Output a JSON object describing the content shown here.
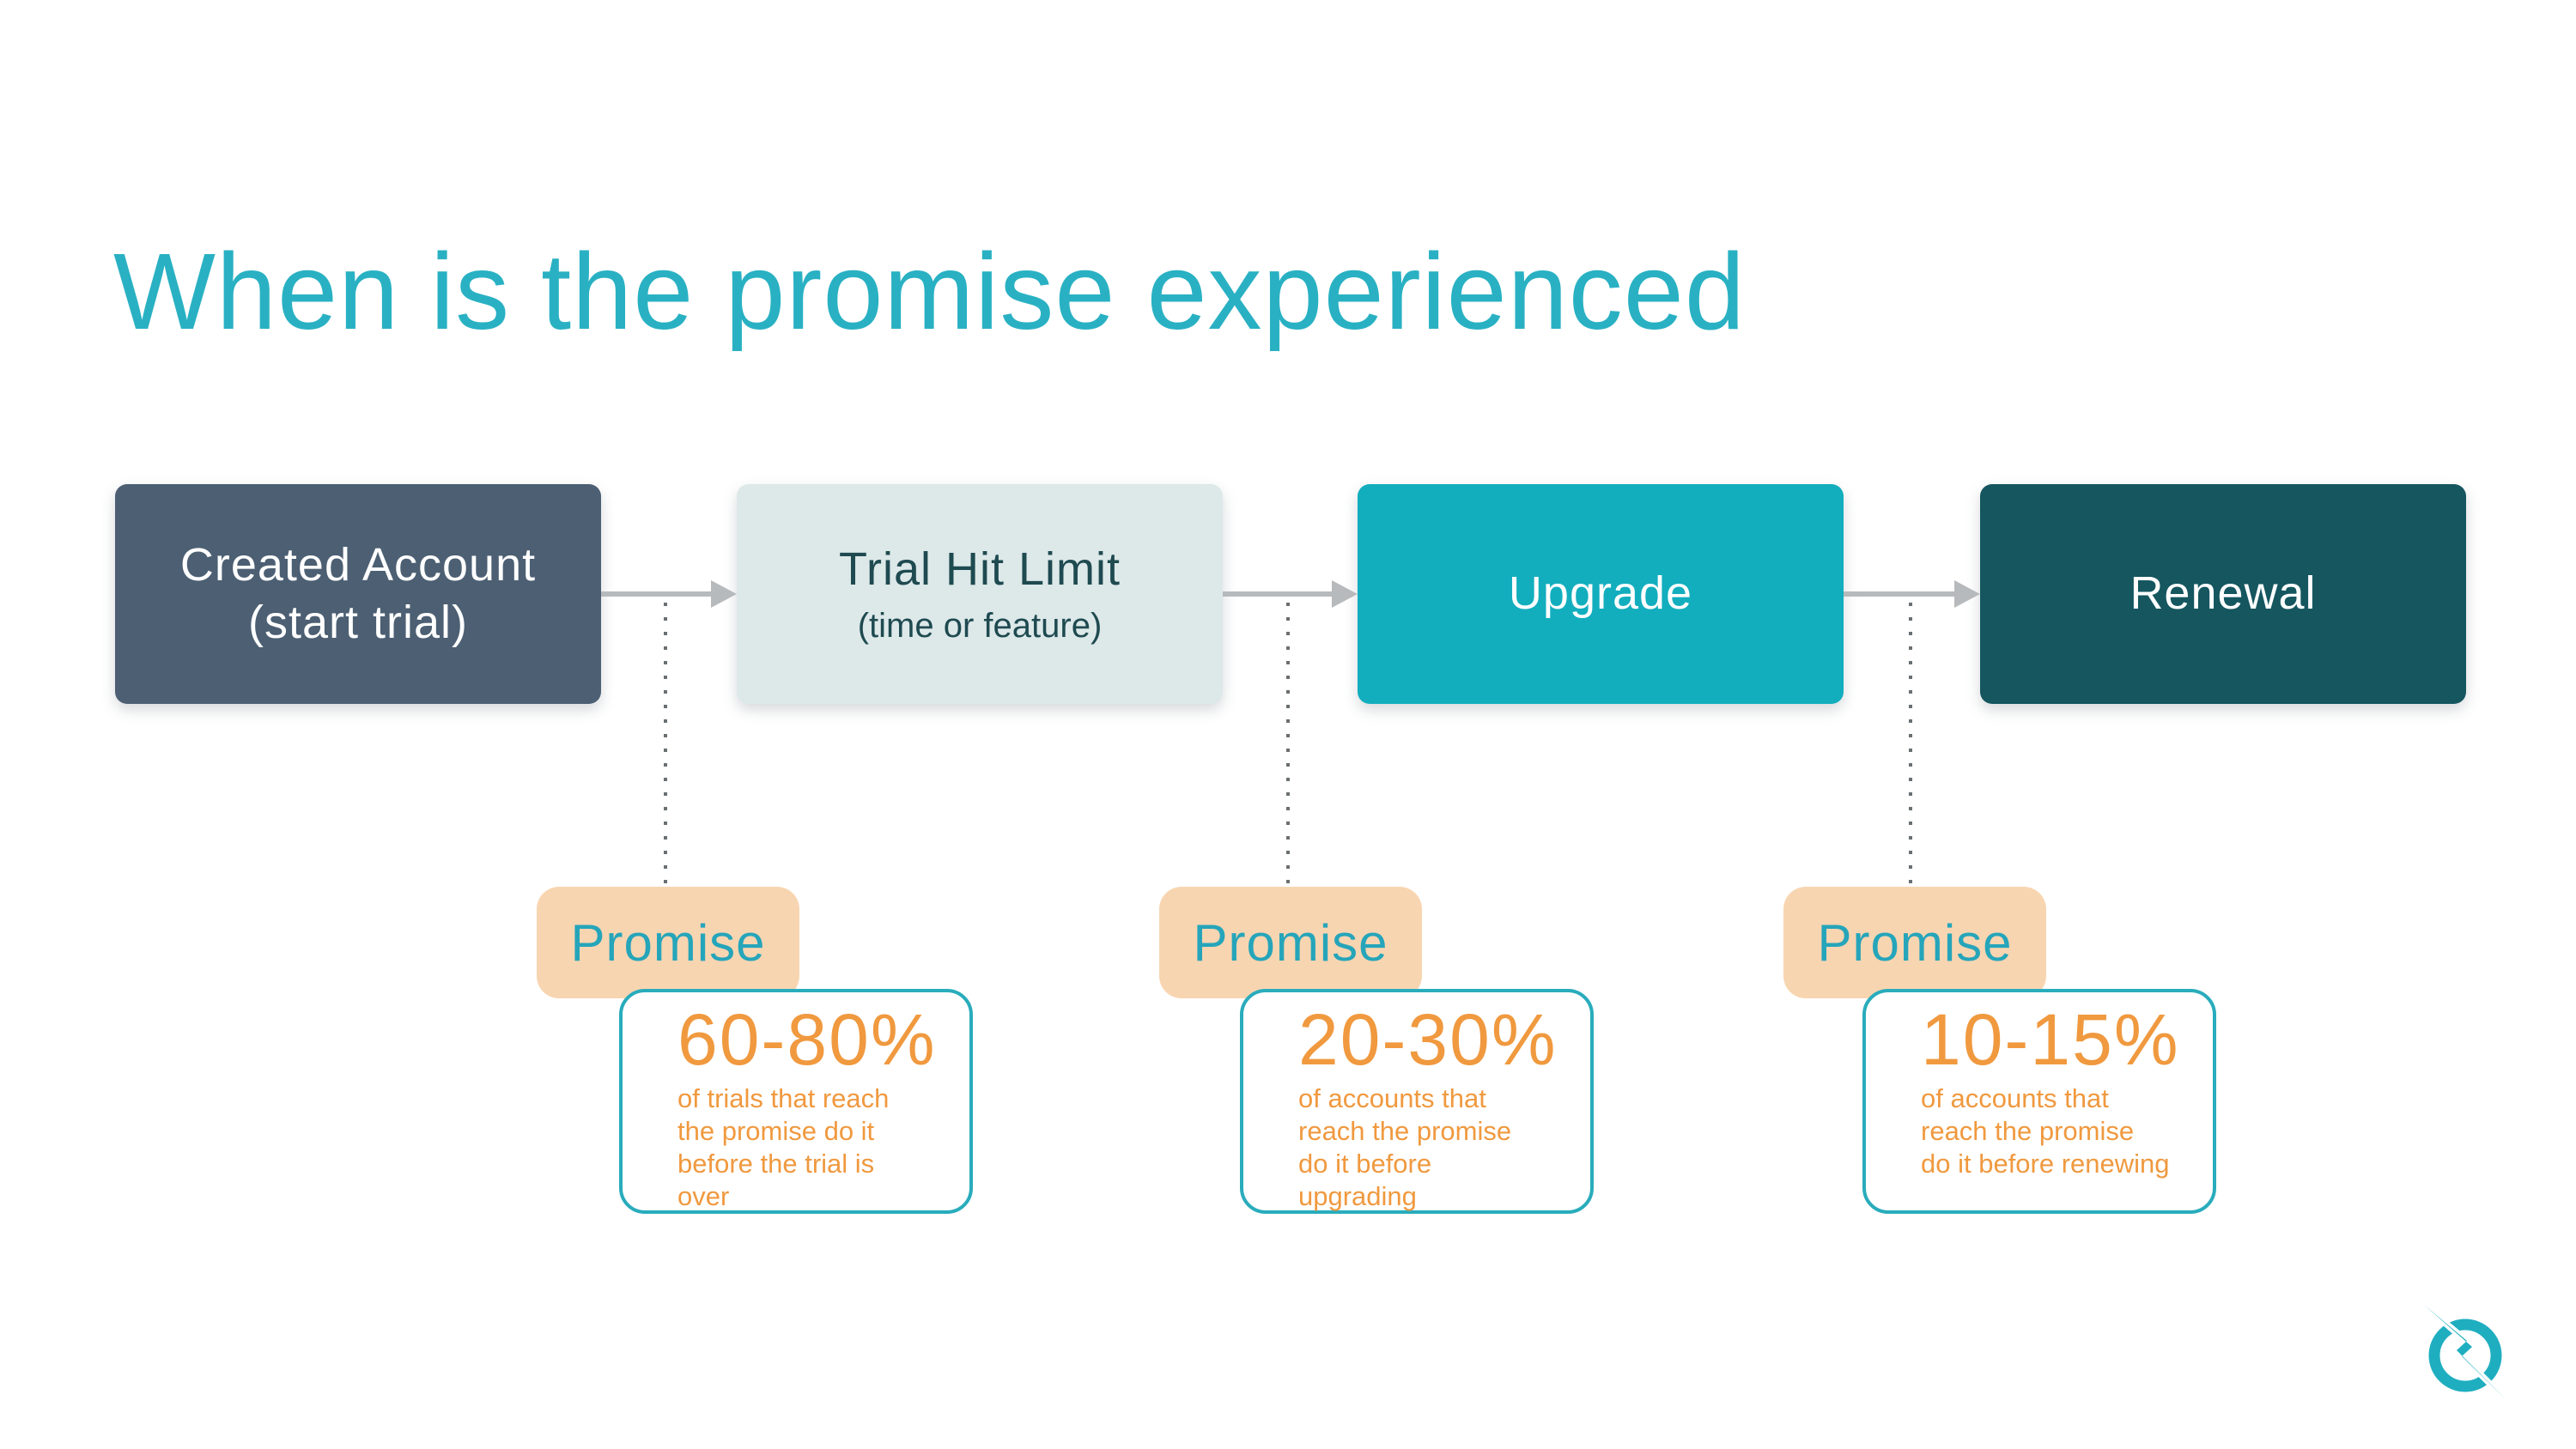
{
  "title": "When is the promise experienced",
  "palette": {
    "title_teal": "#29B1C3",
    "step_created_bg": "#4C5F73",
    "step_trial_bg": "#DDE8E9",
    "step_trial_fg": "#1E4A50",
    "step_upgrade_bg": "#12AEBE",
    "step_renewal_bg": "#15565F",
    "arrow_gray": "#B7BABC",
    "dotted_gray": "#6A6F72",
    "promise_tag_bg": "#F8D5B1",
    "promise_tag_fg": "#26A5BA",
    "stat_orange": "#F0993F",
    "stat_card_border": "#29ACBC",
    "logo_teal": "#1FAEC0"
  },
  "flow": {
    "steps": [
      {
        "label": "Created Account",
        "sublabel": "(start trial)"
      },
      {
        "label": "Trial Hit Limit",
        "sublabel": "(time or feature)"
      },
      {
        "label": "Upgrade",
        "sublabel": ""
      },
      {
        "label": "Renewal",
        "sublabel": ""
      }
    ]
  },
  "promises": [
    {
      "label": "Promise",
      "stat": "60-80%",
      "description": "of trials that reach the promise do it before the trial is over"
    },
    {
      "label": "Promise",
      "stat": "20-30%",
      "description": "of accounts that reach the promise do it before upgrading"
    },
    {
      "label": "Promise",
      "stat": "10-15%",
      "description": "of accounts that reach the promise do it before renewing"
    }
  ]
}
